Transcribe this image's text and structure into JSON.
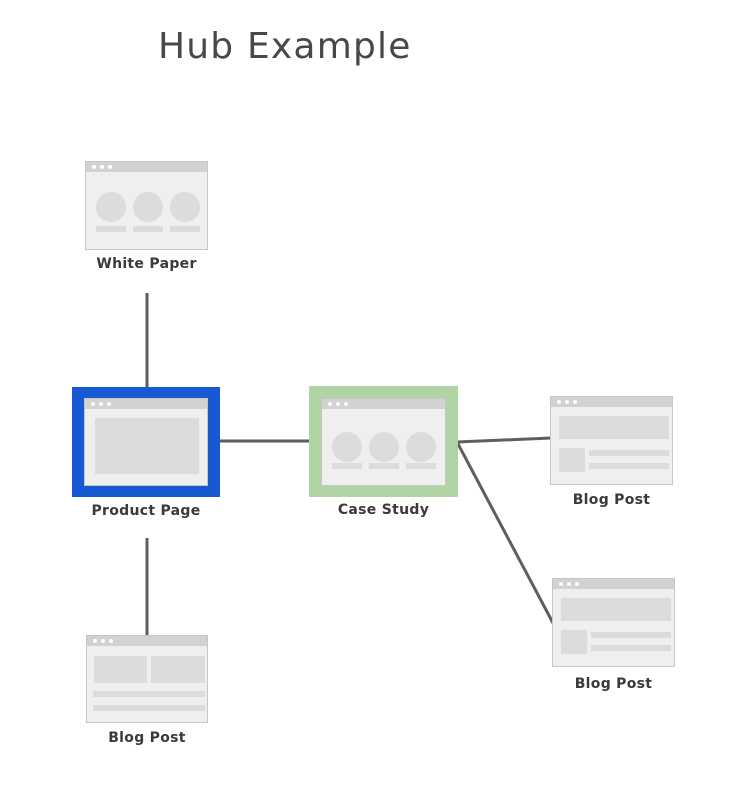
{
  "title": "Hub Example",
  "nodes": {
    "white_paper": {
      "label": "White Paper",
      "style": "plain",
      "thumbnail": "three-circles-with-captions"
    },
    "product_page": {
      "label": "Product Page",
      "style": "blue-highlight",
      "thumbnail": "single-hero-block"
    },
    "case_study": {
      "label": "Case Study",
      "style": "green-highlight",
      "thumbnail": "three-circles-with-captions"
    },
    "blog_post_top_right": {
      "label": "Blog Post",
      "style": "plain",
      "thumbnail": "banner-with-thumb-and-lines"
    },
    "blog_post_bottom_right": {
      "label": "Blog Post",
      "style": "plain",
      "thumbnail": "banner-with-thumb-and-lines"
    },
    "blog_post_bottom_left": {
      "label": "Blog Post",
      "style": "plain",
      "thumbnail": "two-blocks-with-lines"
    }
  },
  "connections": [
    {
      "from": "White Paper",
      "to": "Product Page"
    },
    {
      "from": "Product Page",
      "to": "Case Study"
    },
    {
      "from": "Case Study",
      "to": "Blog Post (top right)"
    },
    {
      "from": "Case Study",
      "to": "Blog Post (bottom right)"
    },
    {
      "from": "Product Page",
      "to": "Blog Post (bottom left)"
    }
  ],
  "colors": {
    "hub_highlight": "#1659d2",
    "case_study_highlight": "#b0d4a3",
    "connector": "#5e5e5e",
    "label": "#3a3a3a",
    "title": "#484848"
  }
}
